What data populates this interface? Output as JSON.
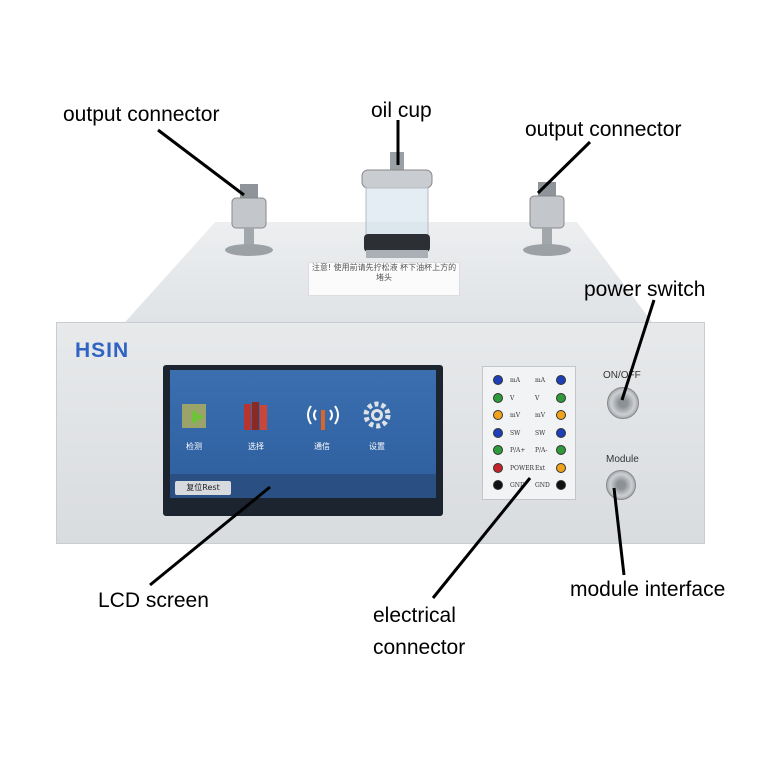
{
  "callouts": {
    "output_left": "output connector",
    "oil_cup": "oil cup",
    "output_right": "output connector",
    "power_switch": "power switch",
    "lcd": "LCD screen",
    "electrical_line1": "electrical",
    "electrical_line2": "connector",
    "module": "module interface"
  },
  "device": {
    "logo": "HSIN",
    "sticker_text": "注意! 使用前请先拧松液 杯下油杯上方的堵头",
    "power_label": "ON/OFF",
    "module_label": "Module"
  },
  "screen": {
    "icons": [
      {
        "label": "检测",
        "icon": "detect-icon"
      },
      {
        "label": "选择",
        "icon": "books-icon"
      },
      {
        "label": "通信",
        "icon": "antenna-icon"
      },
      {
        "label": "设置",
        "icon": "gear-icon"
      }
    ],
    "reset_label": "复位Rest"
  },
  "terminals": {
    "left_labels": [
      "mA",
      "V",
      "mV",
      "SW",
      "P/A+",
      "POWER",
      "GND"
    ],
    "right_labels": [
      "mA",
      "V",
      "mV",
      "SW",
      "P/A-",
      "Ext",
      "GND"
    ],
    "left_colors": [
      "#1d3fb8",
      "#2e9a3a",
      "#f0a21a",
      "#1d3fb8",
      "#2e9a3a",
      "#c4232b",
      "#111111"
    ],
    "right_colors": [
      "#1d3fb8",
      "#2e9a3a",
      "#f0a21a",
      "#1d3fb8",
      "#2e9a3a",
      "#f0a21a",
      "#111111"
    ]
  }
}
